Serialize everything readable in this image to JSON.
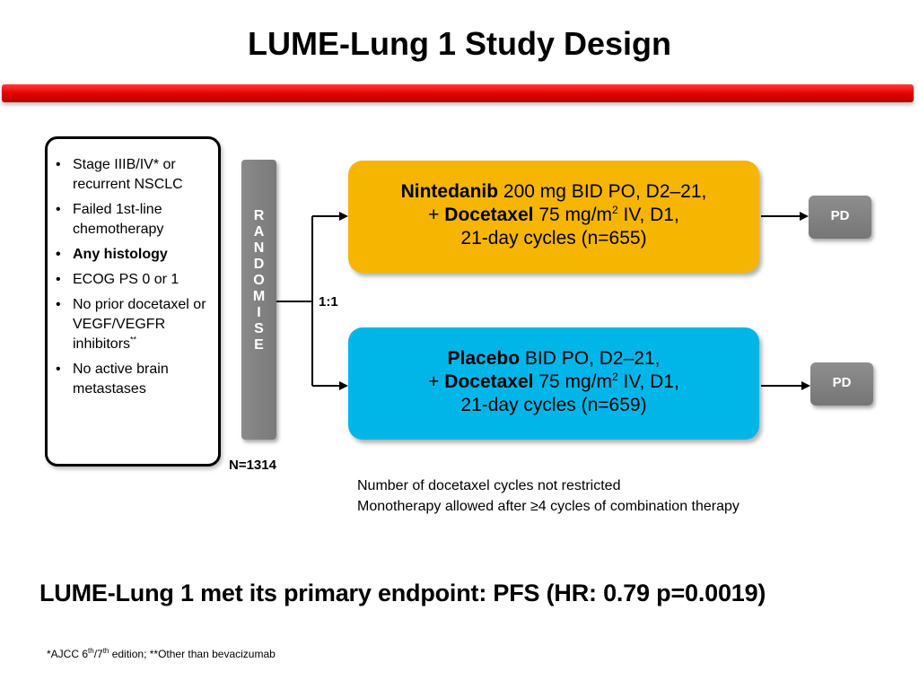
{
  "title": "LUME-Lung 1 Study Design",
  "criteria": [
    {
      "text": "Stage IIIB/IV* or recurrent NSCLC",
      "bold": false,
      "sup": ""
    },
    {
      "text": "Failed 1st-line chemotherapy",
      "bold": false,
      "sup": ""
    },
    {
      "text": "Any histology",
      "bold": true,
      "sup": ""
    },
    {
      "text": "ECOG PS 0 or 1",
      "bold": false,
      "sup": ""
    },
    {
      "text": "No prior docetaxel or VEGF/VEGFR inhibitors",
      "bold": false,
      "sup": "**"
    },
    {
      "text": "No active brain metastases",
      "bold": false,
      "sup": ""
    }
  ],
  "randomise_letters": [
    "R",
    "A",
    "N",
    "D",
    "O",
    "M",
    "I",
    "S",
    "E"
  ],
  "ratio": "1:1",
  "n_total": "N=1314",
  "arms": [
    {
      "drug": "Nintedanib",
      "drug_dose": " 200 mg BID PO, D2–21,",
      "plus": "+ ",
      "combo": "Docetaxel",
      "combo_dose_pre": " 75 mg/m",
      "combo_sup": "2",
      "combo_dose_post": " IV, D1,",
      "cycles": "21-day cycles (n=655)",
      "color": "#f6b500",
      "outcome": "PD"
    },
    {
      "drug": "Placebo",
      "drug_dose": " BID PO, D2–21,",
      "plus": "+ ",
      "combo": "Docetaxel",
      "combo_dose_pre": " 75 mg/m",
      "combo_sup": "2",
      "combo_dose_post": " IV, D1,",
      "cycles": "21-day cycles (n=659)",
      "color": "#00b6e8",
      "outcome": "PD"
    }
  ],
  "notes": [
    "Number of docetaxel cycles not restricted",
    "Monotherapy allowed after ≥4 cycles of combination therapy"
  ],
  "conclusion": "LUME-Lung 1 met its primary endpoint: PFS (HR: 0.79 p=0.0019)",
  "footnote": {
    "p1": "*AJCC 6",
    "s1": "th",
    "p2": "/7",
    "s2": "th",
    "p3": " edition; **Other than bevacizumab"
  },
  "colors": {
    "accent_red": "#e60000",
    "box_gray": "#808080"
  }
}
